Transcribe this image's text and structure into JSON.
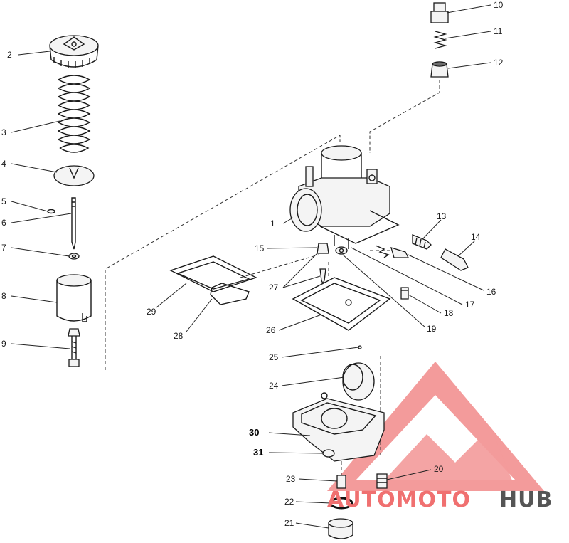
{
  "diagram": {
    "callouts": [
      {
        "id": "1",
        "label": "1"
      },
      {
        "id": "2",
        "label": "2"
      },
      {
        "id": "3",
        "label": "3"
      },
      {
        "id": "4",
        "label": "4"
      },
      {
        "id": "5",
        "label": "5"
      },
      {
        "id": "6",
        "label": "6"
      },
      {
        "id": "7",
        "label": "7"
      },
      {
        "id": "8",
        "label": "8"
      },
      {
        "id": "9",
        "label": "9"
      },
      {
        "id": "10",
        "label": "10"
      },
      {
        "id": "11",
        "label": "11"
      },
      {
        "id": "12",
        "label": "12"
      },
      {
        "id": "13",
        "label": "13"
      },
      {
        "id": "14",
        "label": "14"
      },
      {
        "id": "15",
        "label": "15"
      },
      {
        "id": "16",
        "label": "16"
      },
      {
        "id": "17",
        "label": "17"
      },
      {
        "id": "18",
        "label": "18"
      },
      {
        "id": "19",
        "label": "19"
      },
      {
        "id": "20",
        "label": "20"
      },
      {
        "id": "21",
        "label": "21"
      },
      {
        "id": "22",
        "label": "22"
      },
      {
        "id": "23",
        "label": "23"
      },
      {
        "id": "24",
        "label": "24"
      },
      {
        "id": "25",
        "label": "25"
      },
      {
        "id": "26",
        "label": "26"
      },
      {
        "id": "27",
        "label": "27"
      },
      {
        "id": "28",
        "label": "28"
      },
      {
        "id": "29",
        "label": "29"
      },
      {
        "id": "30",
        "label": "30"
      },
      {
        "id": "31",
        "label": "31"
      }
    ]
  },
  "watermark": {
    "text_part1": "AUTOMOTO",
    "text_part2": "HUB",
    "color_primary": "#f07070",
    "color_secondary": "#555555"
  }
}
